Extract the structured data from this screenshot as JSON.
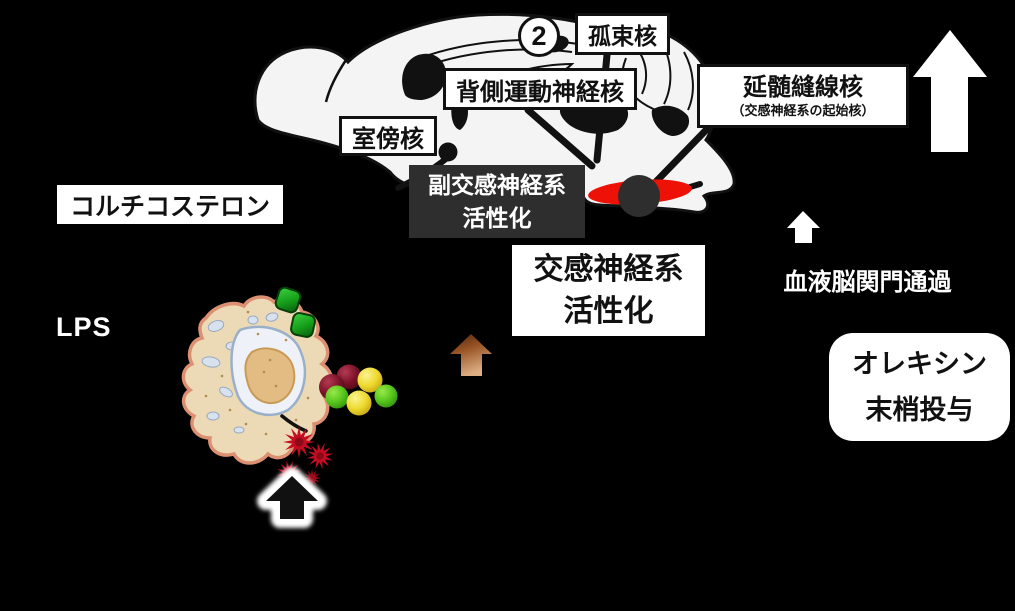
{
  "figure": {
    "step_marker": "2",
    "labels": {
      "corticosterone": "コルチコステロン",
      "lps": "LPS",
      "pvn": "室傍核",
      "dmv": "背側運動神経核",
      "nts": "孤束核",
      "raphe_title": "延髄縫線核",
      "raphe_subtitle": "（交感神経系の起始核）",
      "parasympathetic": {
        "line1": "副交感神経系",
        "line2": "活性化"
      },
      "sympathetic": {
        "line1": "交感神経系",
        "line2": "活性化"
      },
      "bbb_crossing": "血液脳関門通過",
      "orexin": {
        "line1": "オレキシン",
        "line2": "末梢投与"
      }
    },
    "colors": {
      "background": "#000000",
      "brain_fill": "#f4f4f4",
      "outline": "#111111",
      "highlight_red": "#ee1105",
      "dark_box": "#2e2e2e",
      "arrow_white": "#ffffff",
      "arrow_brown_dark": "#5a2a0e",
      "arrow_brown_light": "#d8a87c",
      "cell_body": "#ecd9b6",
      "cell_border": "#dd8f72",
      "lps_green": "#1ca31f",
      "cytokine_dark_red": "#8e1628",
      "cytokine_yellow": "#ecd62c",
      "cytokine_green": "#52c41a",
      "spiky_red": "#c50d22"
    }
  }
}
